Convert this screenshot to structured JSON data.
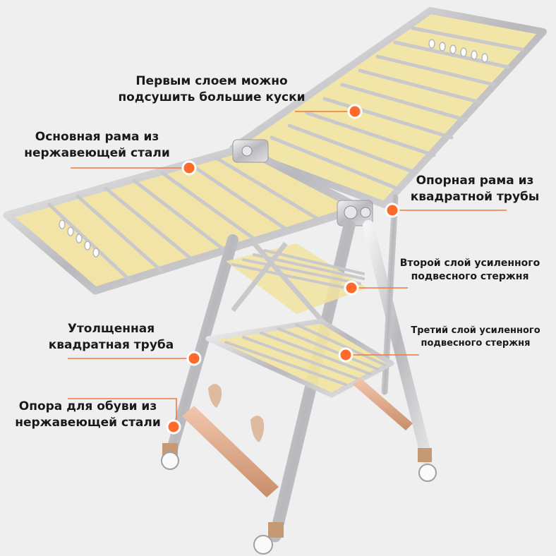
{
  "callouts": {
    "first_layer": {
      "line1": "Первым слоем можно",
      "line2": "подсушить большие куски"
    },
    "main_frame": {
      "line1": "Основная рама из",
      "line2": "нержавеющей стали"
    },
    "support_frame": {
      "line1": "Опорная рама из",
      "line2": "квадратной трубы"
    },
    "second_layer": {
      "line1": "Второй слой усиленного",
      "line2": "подвесного стержня"
    },
    "thick_tube": {
      "line1": "Утолщенная",
      "line2": "квадратная труба"
    },
    "third_layer": {
      "line1": "Третий слой усиленного",
      "line2": "подвесного стержня"
    },
    "shoe_rest": {
      "line1": "Опора для обуви из",
      "line2": "нержавеющей стали"
    }
  },
  "colors": {
    "background": "#efefef",
    "frame": "#c9c9cc",
    "panel": "#f2e3a0",
    "copper": "#d9a384",
    "marker": "#ff6a2a",
    "leader": "#ef7a3a"
  }
}
